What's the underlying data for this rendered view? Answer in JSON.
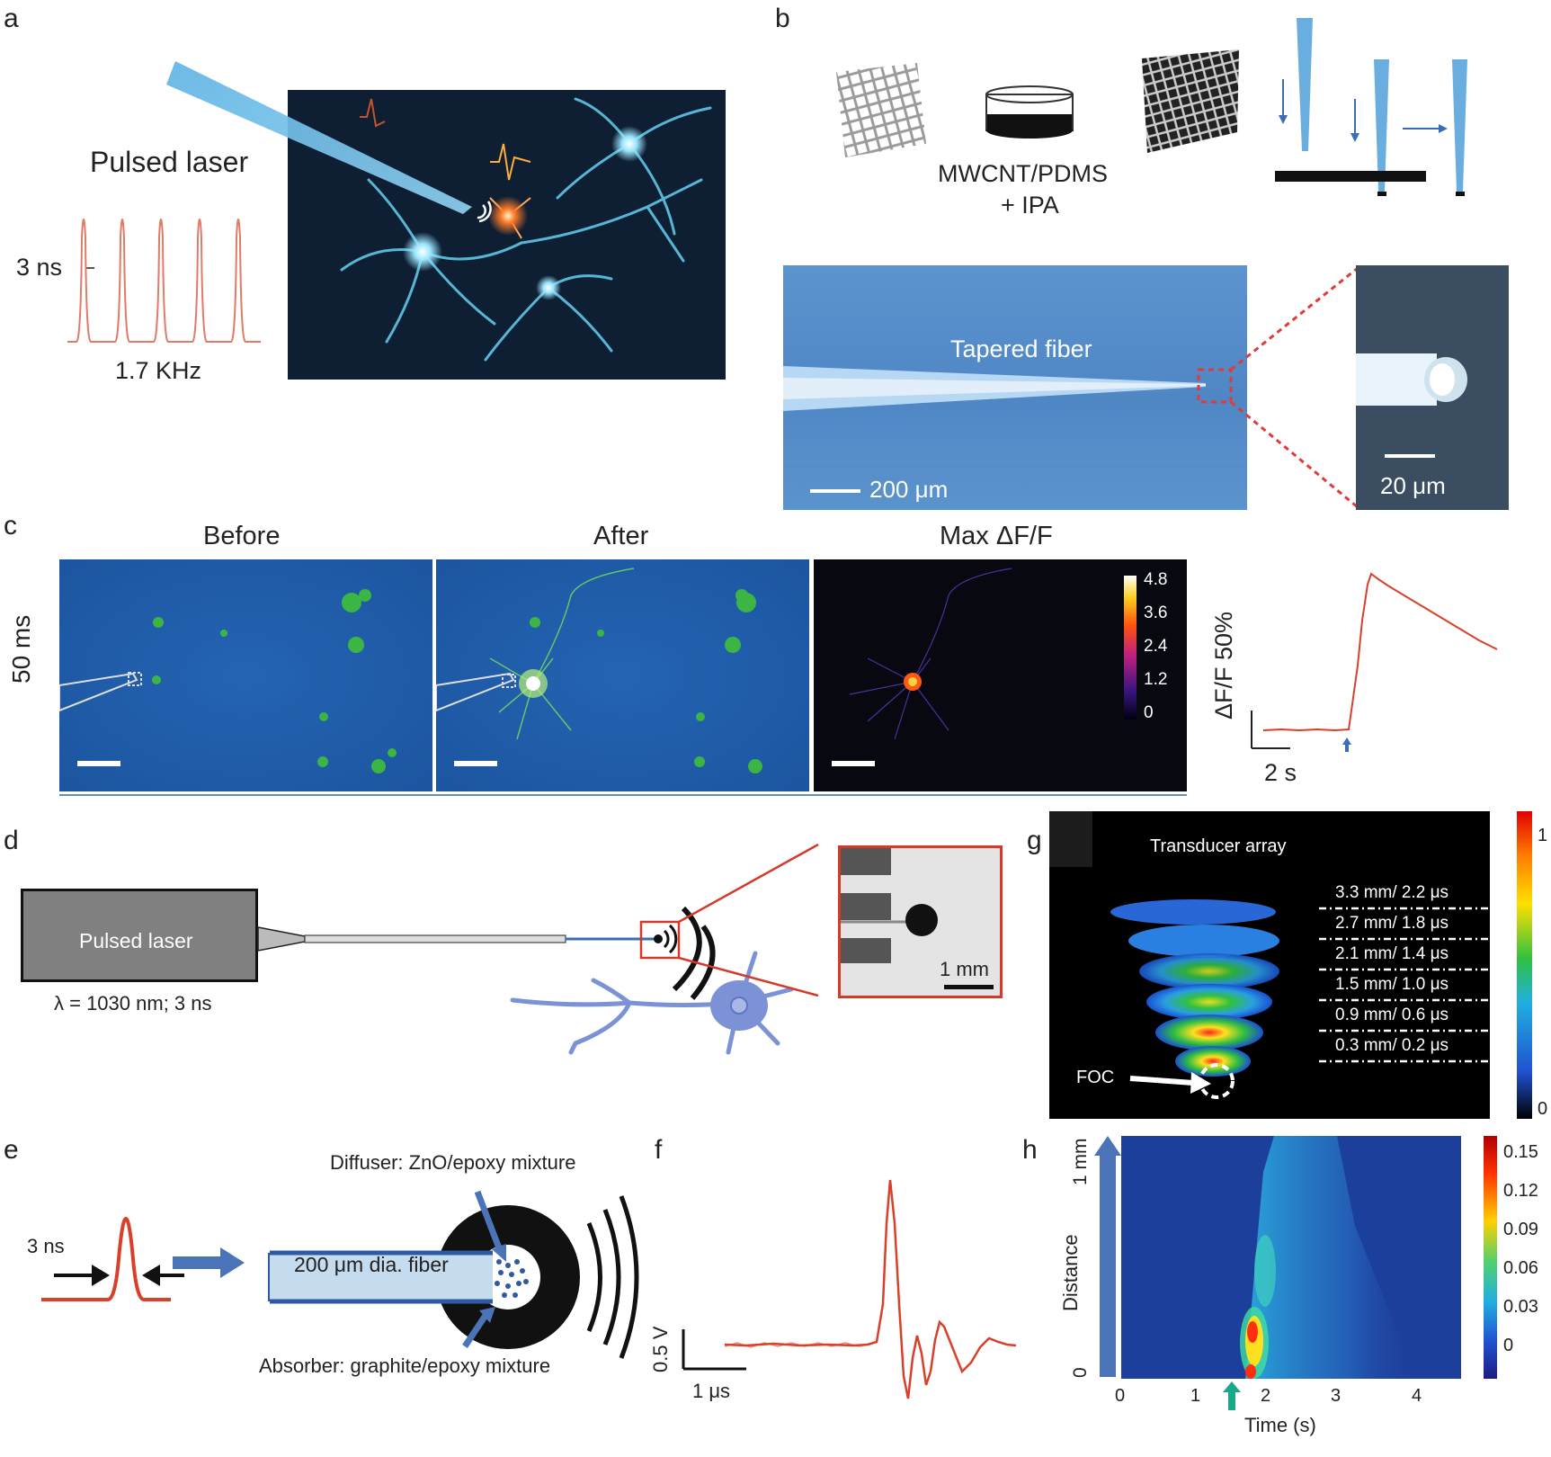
{
  "panels": {
    "a": {
      "letter": "a",
      "title": "Pulsed laser",
      "pulse_width": "3 ns",
      "rep_rate": "1.7 KHz",
      "pulse_count": 5
    },
    "b": {
      "letter": "b",
      "material": "MWCNT/PDMS",
      "solvent": "+ IPA",
      "fiber_label": "Tapered fiber",
      "scale_main": "200 μm",
      "scale_inset": "20 μm"
    },
    "c": {
      "letter": "c",
      "time_label": "50 ms",
      "col_before": "Before",
      "col_after": "After",
      "col_max": "Max ΔF/F",
      "colorbar_ticks": [
        "4.8",
        "3.6",
        "2.4",
        "1.2",
        "0"
      ],
      "trace_ylabel": "ΔF/F 50%",
      "trace_xscale": "2 s"
    },
    "d": {
      "letter": "d",
      "laser_box": "Pulsed laser",
      "spec": "λ = 1030 nm; 3 ns",
      "inset_scale": "1 mm"
    },
    "e": {
      "letter": "e",
      "pulse": "3 ns",
      "fiber": "200 μm dia. fiber",
      "diffuser": "Diffuser: ZnO/epoxy mixture",
      "absorber": "Absorber: graphite/epoxy mixture"
    },
    "f": {
      "letter": "f",
      "yscale": "0.5 V",
      "xscale": "1 μs"
    },
    "g": {
      "letter": "g",
      "title": "Transducer array",
      "rows": [
        "3.3 mm/ 2.2 μs",
        "2.7 mm/ 1.8 μs",
        "2.1 mm/ 1.4 μs",
        "1.5 mm/ 1.0 μs",
        "0.9 mm/ 0.6 μs",
        "0.3 mm/ 0.2 μs"
      ],
      "foc": "FOC",
      "colorbar_ticks": [
        "1",
        "0"
      ]
    },
    "h": {
      "letter": "h",
      "xlabel": "Time (s)",
      "ylabel": "Distance",
      "ytick_top": "1 mm",
      "ytick_bottom": "0",
      "xticks": [
        "0",
        "1",
        "2",
        "3",
        "4"
      ],
      "colorbar_ticks": [
        "0.15",
        "0.12",
        "0.09",
        "0.06",
        "0.03",
        "0"
      ]
    }
  },
  "colors": {
    "trace_red": "#d9402a",
    "pulse_red": "#e07b67",
    "arrow_blue": "#3b6db5",
    "fluor_bg": "#1f5aa8",
    "dark_bg": "#000000",
    "heatmap_bg": "#1d3f9c"
  }
}
